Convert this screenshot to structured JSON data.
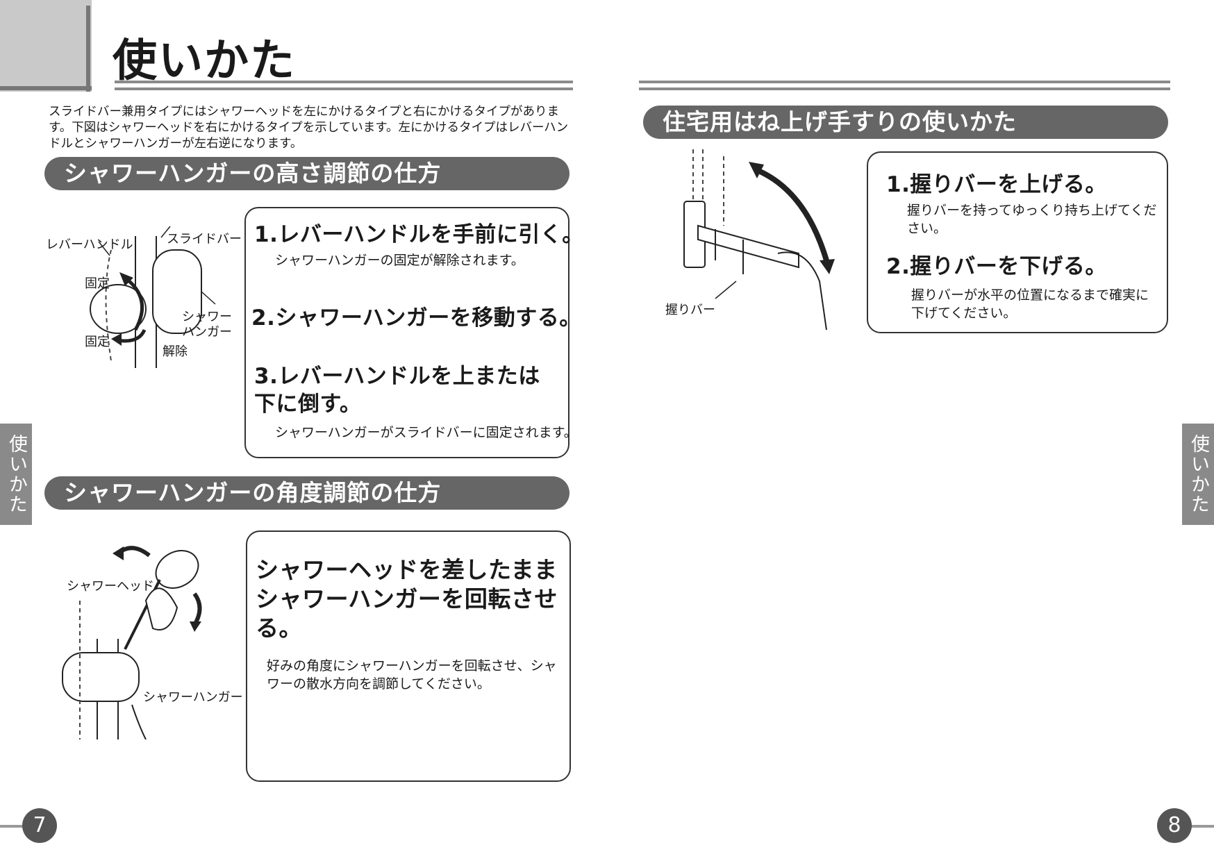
{
  "page_title": "使いかた",
  "intro": "スライドバー兼用タイプにはシャワーヘッドを左にかけるタイプと右にかけるタイプがあります。下図はシャワーヘッドを右にかけるタイプを示しています。左にかけるタイプはレバーハンドルとシャワーハンガーが左右逆になります。",
  "section_height": {
    "title": "シャワーハンガーの高さ調節の仕方",
    "labels": {
      "lever": "レバーハンドル",
      "slidebar": "スライドバー",
      "lock1": "固定",
      "lock2": "固定",
      "hanger": "シャワーハンガー",
      "release": "解除"
    },
    "steps": [
      {
        "title": "1.レバーハンドルを手前に引く。",
        "note": "シャワーハンガーの固定が解除されます。"
      },
      {
        "title": "2.シャワーハンガーを移動する。",
        "note": ""
      },
      {
        "title": "3.レバーハンドルを上または下に倒す。",
        "note": "シャワーハンガーがスライドバーに固定されます。"
      }
    ]
  },
  "section_angle": {
    "title": "シャワーハンガーの角度調節の仕方",
    "labels": {
      "head": "シャワーヘッド",
      "hanger": "シャワーハンガー"
    },
    "step_title": "シャワーヘッドを差したままシャワーハンガーを回転させる。",
    "note": "好みの角度にシャワーハンガーを回転させ、シャワーの散水方向を調節してください。"
  },
  "section_rail": {
    "title": "住宅用はね上げ手すりの使いかた",
    "labels": {
      "bar": "握りバー"
    },
    "steps": [
      {
        "title": "1.握りバーを上げる。",
        "note": "握りバーを持ってゆっくり持ち上げてください。"
      },
      {
        "title": "2.握りバーを下げる。",
        "note": "握りバーが水平の位置になるまで確実に下げてください。"
      }
    ]
  },
  "side_tab_left": "使いかた",
  "side_tab_right": "使いかた",
  "page_left": "7",
  "page_right": "8"
}
